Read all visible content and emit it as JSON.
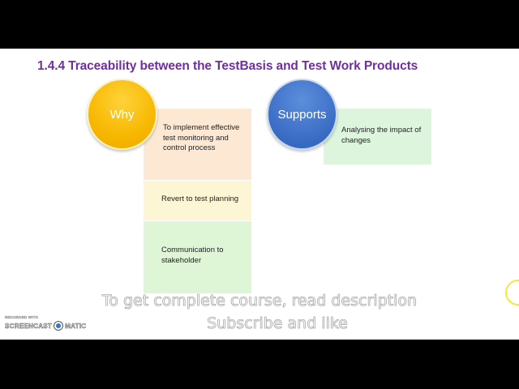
{
  "slide": {
    "title": "1.4.4 Traceability between the TestBasis and Test Work Products",
    "why_section": {
      "circle_label": "Why",
      "circle_color": "#f7b800",
      "items": [
        {
          "text": "To implement effective test monitoring and control process",
          "color": "#fde9d3"
        },
        {
          "text": "Revert to test planning",
          "color": "#fdf6d4"
        },
        {
          "text": "Communication to stakeholder",
          "color": "#def5d6"
        }
      ]
    },
    "supports_section": {
      "circle_label": "Supports",
      "circle_color": "#3e70c8",
      "items": [
        {
          "text": "Analysing the impact of changes",
          "color": "#dcf5dc"
        }
      ]
    },
    "title_color": "#6f2f9f"
  },
  "overlay": {
    "caption_line1": "To get complete course, read description",
    "caption_line2": "Subscribe and like",
    "watermark_small": "RECORDED WITH",
    "watermark_left": "SCREENCAST",
    "watermark_right": "MATIC"
  }
}
